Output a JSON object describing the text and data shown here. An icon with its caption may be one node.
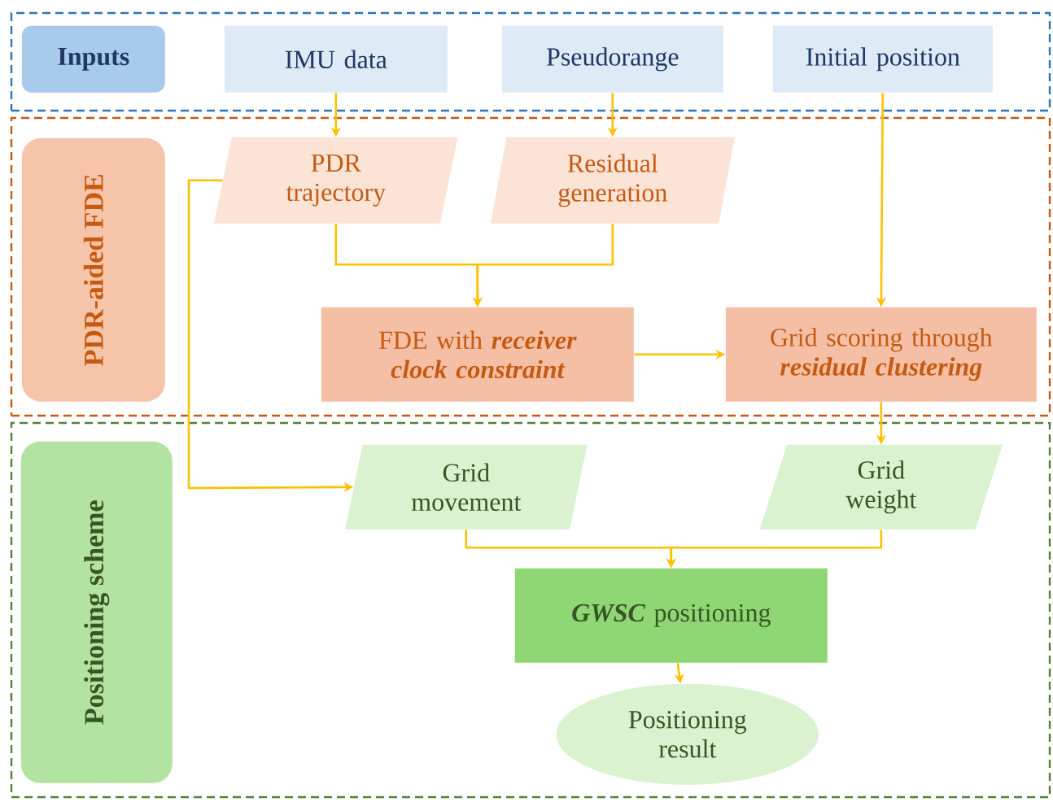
{
  "diagram": {
    "nodes": [
      {
        "text": [],
        "shape": "box"
      },
      {
        "text": [
          "Inputs"
        ],
        "in": 0
      },
      {
        "text": [
          "IMU data"
        ],
        "in": 0
      },
      {
        "text": [
          "Pseudorange"
        ],
        "in": 0
      },
      {
        "text": [
          "Initial position"
        ],
        "in": 0
      },
      {
        "text": [],
        "shape": "box"
      },
      {
        "text": [
          "PDR-aided FDE"
        ],
        "in": 5
      },
      {
        "text": [
          "PDR trajectory"
        ],
        "in": 5
      },
      {
        "text": [
          "Residual generation"
        ],
        "in": 5
      },
      {
        "text": [
          "FDE with *receiver clock constraint*"
        ],
        "in": 5
      },
      {
        "text": [
          "Grid scoring through *residual clustering*"
        ],
        "in": 5
      },
      {
        "text": [],
        "shape": "box"
      },
      {
        "text": [
          "Positioning scheme"
        ],
        "in": 11
      },
      {
        "text": [
          "Grid movement"
        ],
        "in": 11
      },
      {
        "text": [
          "Grid weight"
        ],
        "in": 11
      },
      {
        "text": [
          "*GWSC* positioning"
        ],
        "in": 11
      },
      {
        "text": [
          "Positioning result"
        ],
        "in": 11
      }
    ],
    "edges": [
      {
        "from": 2,
        "to": 7,
        "arrow": "to"
      },
      {
        "from": 3,
        "to": 8,
        "arrow": "to"
      },
      {
        "from": 4,
        "to": 10,
        "arrow": "to"
      },
      {
        "from": 7,
        "to": 9,
        "arrow": "to"
      },
      {
        "from": 8,
        "to": 9,
        "arrow": "to"
      },
      {
        "from": 9,
        "to": 10,
        "arrow": "to"
      },
      {
        "from": 7,
        "to": 13,
        "arrow": "to"
      },
      {
        "from": 10,
        "to": 14,
        "arrow": "to"
      },
      {
        "from": 13,
        "to": 15,
        "arrow": "to"
      },
      {
        "from": 14,
        "to": 15,
        "arrow": "to"
      },
      {
        "from": 15,
        "to": 16,
        "arrow": "to"
      }
    ]
  }
}
